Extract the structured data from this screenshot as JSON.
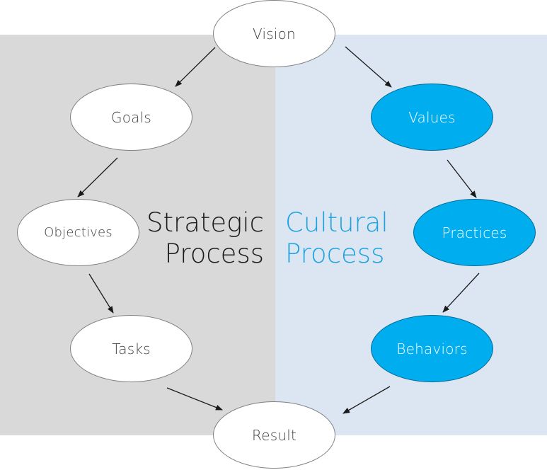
{
  "colors": {
    "left_panel": "#d9d9d9",
    "right_panel": "#dce6f2",
    "node_white": "#ffffff",
    "node_blue": "#00aeef",
    "cultural_text": "#1aa3e0",
    "strategic_text": "#1a1a1a",
    "arrow": "#1a1a1a"
  },
  "nodes": {
    "vision": "Vision",
    "goals": "Goals",
    "objectives": "Objectives",
    "tasks": "Tasks",
    "result": "Result",
    "values": "Values",
    "practices": "Practices",
    "behaviors": "Behaviors"
  },
  "labels": {
    "strategic_line1": "Strategic",
    "strategic_line2": "Process",
    "cultural_line1": "Cultural",
    "cultural_line2": "Process"
  },
  "edges": [
    {
      "from": "vision",
      "to": "goals"
    },
    {
      "from": "goals",
      "to": "objectives"
    },
    {
      "from": "objectives",
      "to": "tasks"
    },
    {
      "from": "tasks",
      "to": "result"
    },
    {
      "from": "vision",
      "to": "values"
    },
    {
      "from": "values",
      "to": "practices"
    },
    {
      "from": "practices",
      "to": "behaviors"
    },
    {
      "from": "behaviors",
      "to": "result"
    }
  ]
}
